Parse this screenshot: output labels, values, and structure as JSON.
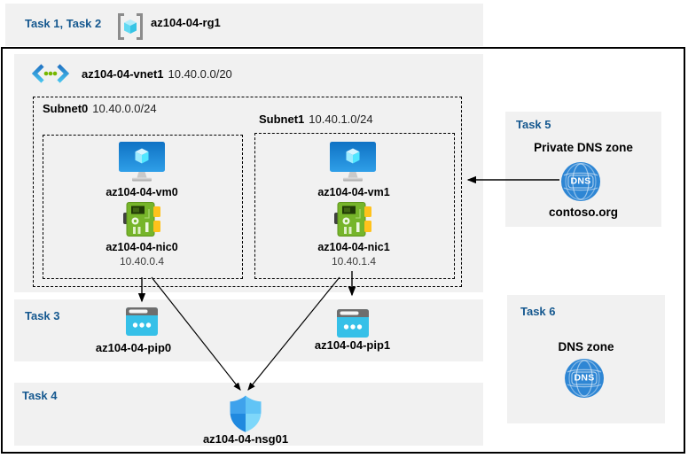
{
  "header": {
    "tasks_label": "Task 1, Task 2",
    "resource_group_name": "az104-04-rg1"
  },
  "vnet": {
    "name": "az104-04-vnet1",
    "cidr": "10.40.0.0/20"
  },
  "subnets": [
    {
      "name": "Subnet0",
      "cidr": "10.40.0.0/24",
      "vm_name": "az104-04-vm0",
      "nic_name": "az104-04-nic0",
      "nic_ip": "10.40.0.4"
    },
    {
      "name": "Subnet1",
      "cidr": "10.40.1.0/24",
      "vm_name": "az104-04-vm1",
      "nic_name": "az104-04-nic1",
      "nic_ip": "10.40.1.4"
    }
  ],
  "task3": {
    "label": "Task 3",
    "pip0_name": "az104-04-pip0",
    "pip1_name": "az104-04-pip1"
  },
  "task4": {
    "label": "Task 4",
    "nsg_name": "az104-04-nsg01"
  },
  "task5": {
    "label": "Task 5",
    "heading": "Private DNS zone",
    "zone_name": "contoso.org"
  },
  "task6": {
    "label": "Task 6",
    "heading": "DNS zone"
  },
  "icons": {
    "dns_text": "DNS",
    "names": [
      "resource-group-icon",
      "virtual-network-icon",
      "vm-icon",
      "nic-icon",
      "public-ip-icon",
      "nsg-shield-icon",
      "dns-globe-icon"
    ]
  },
  "colors": {
    "task_label_blue": "#15588f",
    "panel_gray": "#f1f1f1",
    "vm_blue": "#1b84d8",
    "cube_cyan": "#50e6ff",
    "nic_green": "#76b52a",
    "nic_yellow": "#ffc21c",
    "pip_cyan": "#36c0e8",
    "dns_blue": "#2e86d4",
    "shield_blue": "#3fa2ec",
    "border_black": "#000000"
  }
}
